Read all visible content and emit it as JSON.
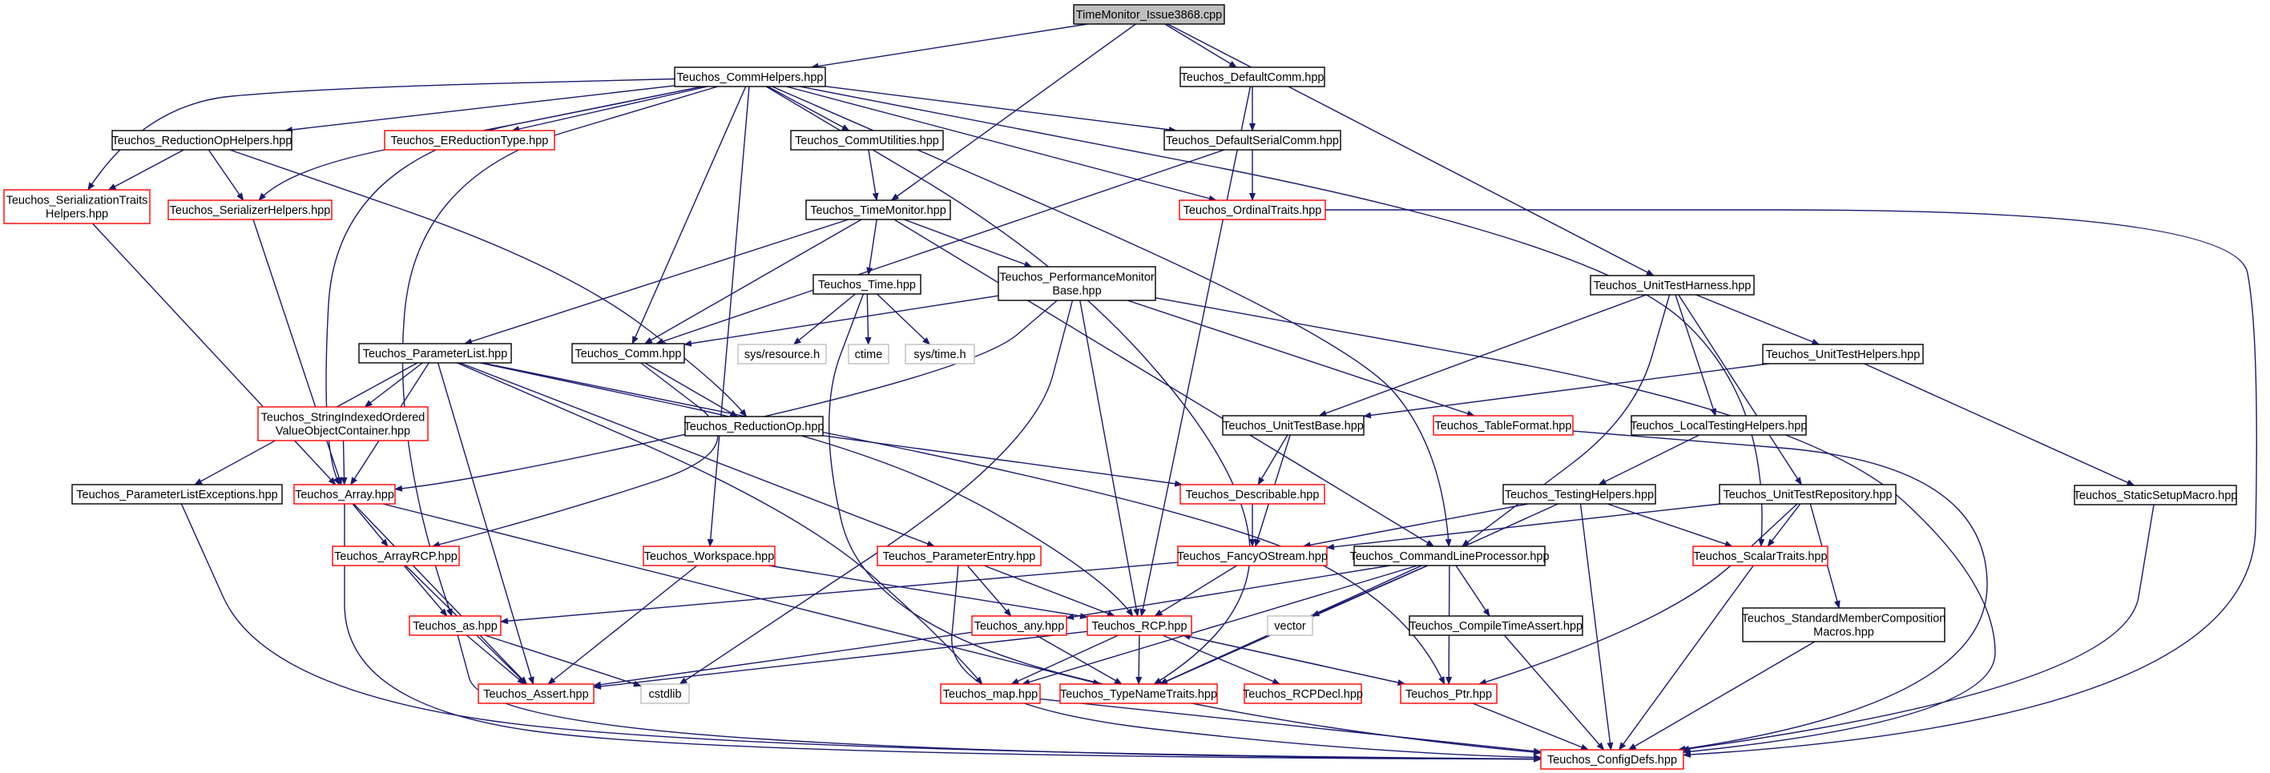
{
  "diagram": {
    "title": "TimeMonitor_Issue3868.cpp",
    "colors": {
      "edge": "#191970",
      "root_fill": "#bfbfbf",
      "border_default": "#000000",
      "border_external": "#ff0000",
      "border_system": "#bfbfbf",
      "system_text": "#888888"
    },
    "nodes": [
      {
        "id": "n0",
        "label": "TimeMonitor_Issue3868.cpp",
        "kind": "root"
      },
      {
        "id": "n1",
        "label": "Teuchos_CommHelpers.hpp",
        "kind": "default"
      },
      {
        "id": "n2",
        "label": "Teuchos_TimeMonitor.hpp",
        "kind": "default"
      },
      {
        "id": "n3",
        "label": "Teuchos_DefaultComm.hpp",
        "kind": "default"
      },
      {
        "id": "n4",
        "label": "Teuchos_UnitTestHarness.hpp",
        "kind": "default"
      },
      {
        "id": "n5",
        "label": "Teuchos_ReductionOpHelpers.hpp",
        "kind": "default"
      },
      {
        "id": "n6",
        "label": "Teuchos_EReductionType.hpp",
        "kind": "external"
      },
      {
        "id": "n7",
        "label": "Teuchos_CommUtilities.hpp",
        "kind": "default"
      },
      {
        "id": "n8",
        "label": "Teuchos_DefaultSerialComm.hpp",
        "kind": "default"
      },
      {
        "id": "n9",
        "label": "Teuchos_Serialization Traits Helpers.hpp",
        "lines": [
          "Teuchos_SerializationTraits",
          "Helpers.hpp"
        ],
        "kind": "external"
      },
      {
        "id": "n10",
        "label": "Teuchos_SerializerHelpers.hpp",
        "kind": "external"
      },
      {
        "id": "n11",
        "label": "Teuchos_OrdinalTraits.hpp",
        "kind": "external"
      },
      {
        "id": "n12",
        "label": "Teuchos_Time.hpp",
        "kind": "default"
      },
      {
        "id": "n13",
        "label": "Teuchos_PerformanceMonitor Base.hpp",
        "lines": [
          "Teuchos_PerformanceMonitor",
          "Base.hpp"
        ],
        "kind": "default"
      },
      {
        "id": "n14",
        "label": "Teuchos_ParameterList.hpp",
        "kind": "default"
      },
      {
        "id": "n15",
        "label": "Teuchos_Comm.hpp",
        "kind": "default"
      },
      {
        "id": "n16",
        "label": "sys/resource.h",
        "kind": "system"
      },
      {
        "id": "n17",
        "label": "ctime",
        "kind": "system"
      },
      {
        "id": "n18",
        "label": "sys/time.h",
        "kind": "system"
      },
      {
        "id": "n19",
        "label": "Teuchos_UnitTestHelpers.hpp",
        "kind": "default"
      },
      {
        "id": "n20",
        "label": "Teuchos_StringIndexedOrdered ValueObjectContainer.hpp",
        "lines": [
          "Teuchos_StringIndexedOrdered",
          "ValueObjectContainer.hpp"
        ],
        "kind": "external"
      },
      {
        "id": "n21",
        "label": "Teuchos_ReductionOp.hpp",
        "kind": "default"
      },
      {
        "id": "n22",
        "label": "Teuchos_UnitTestBase.hpp",
        "kind": "default"
      },
      {
        "id": "n23",
        "label": "Teuchos_TableFormat.hpp",
        "kind": "external"
      },
      {
        "id": "n24",
        "label": "Teuchos_LocalTestingHelpers.hpp",
        "kind": "default"
      },
      {
        "id": "n25",
        "label": "Teuchos_ParameterListExceptions.hpp",
        "kind": "default"
      },
      {
        "id": "n26",
        "label": "Teuchos_Array.hpp",
        "kind": "external"
      },
      {
        "id": "n27",
        "label": "Teuchos_Describable.hpp",
        "kind": "external"
      },
      {
        "id": "n28",
        "label": "Teuchos_TestingHelpers.hpp",
        "kind": "default"
      },
      {
        "id": "n29",
        "label": "Teuchos_UnitTestRepository.hpp",
        "kind": "default"
      },
      {
        "id": "n30",
        "label": "Teuchos_StaticSetupMacro.hpp",
        "kind": "default"
      },
      {
        "id": "n31",
        "label": "Teuchos_ArrayRCP.hpp",
        "kind": "external"
      },
      {
        "id": "n32",
        "label": "Teuchos_Workspace.hpp",
        "kind": "external"
      },
      {
        "id": "n33",
        "label": "Teuchos_ParameterEntry.hpp",
        "kind": "external"
      },
      {
        "id": "n34",
        "label": "Teuchos_FancyOStream.hpp",
        "kind": "external"
      },
      {
        "id": "n35",
        "label": "Teuchos_CommandLineProcessor.hpp",
        "kind": "default"
      },
      {
        "id": "n36",
        "label": "Teuchos_ScalarTraits.hpp",
        "kind": "external"
      },
      {
        "id": "n37",
        "label": "Teuchos_as.hpp",
        "kind": "external"
      },
      {
        "id": "n38",
        "label": "Teuchos_any.hpp",
        "kind": "external"
      },
      {
        "id": "n39",
        "label": "Teuchos_RCP.hpp",
        "kind": "external"
      },
      {
        "id": "n40",
        "label": "vector",
        "kind": "system"
      },
      {
        "id": "n41",
        "label": "Teuchos_CompileTimeAssert.hpp",
        "kind": "default"
      },
      {
        "id": "n42",
        "label": "Teuchos_StandardMemberComposition Macros.hpp",
        "lines": [
          "Teuchos_StandardMemberComposition",
          "Macros.hpp"
        ],
        "kind": "default"
      },
      {
        "id": "n43",
        "label": "Teuchos_Assert.hpp",
        "kind": "external"
      },
      {
        "id": "n44",
        "label": "cstdlib",
        "kind": "system"
      },
      {
        "id": "n45",
        "label": "Teuchos_map.hpp",
        "kind": "external"
      },
      {
        "id": "n46",
        "label": "Teuchos_TypeNameTraits.hpp",
        "kind": "external"
      },
      {
        "id": "n47",
        "label": "Teuchos_RCPDecl.hpp",
        "kind": "external"
      },
      {
        "id": "n48",
        "label": "Teuchos_Ptr.hpp",
        "kind": "external"
      },
      {
        "id": "n49",
        "label": "Teuchos_ConfigDefs.hpp",
        "kind": "external"
      }
    ],
    "edges": [
      [
        "n0",
        "n1"
      ],
      [
        "n0",
        "n2"
      ],
      [
        "n0",
        "n3"
      ],
      [
        "n0",
        "n4"
      ],
      [
        "n1",
        "n5"
      ],
      [
        "n1",
        "n6"
      ],
      [
        "n1",
        "n7"
      ],
      [
        "n1",
        "n8"
      ],
      [
        "n1",
        "n9"
      ],
      [
        "n1",
        "n10"
      ],
      [
        "n1",
        "n11"
      ],
      [
        "n1",
        "n15"
      ],
      [
        "n1",
        "n26"
      ],
      [
        "n1",
        "n32"
      ],
      [
        "n1",
        "n37"
      ],
      [
        "n1",
        "n36"
      ],
      [
        "n1",
        "n46"
      ],
      [
        "n1",
        "n35"
      ],
      [
        "n3",
        "n8"
      ],
      [
        "n3",
        "n39"
      ],
      [
        "n8",
        "n11"
      ],
      [
        "n8",
        "n15"
      ],
      [
        "n7",
        "n2"
      ],
      [
        "n5",
        "n9"
      ],
      [
        "n5",
        "n10"
      ],
      [
        "n5",
        "n21"
      ],
      [
        "n9",
        "n26"
      ],
      [
        "n10",
        "n26"
      ],
      [
        "n11",
        "n49"
      ],
      [
        "n2",
        "n12"
      ],
      [
        "n2",
        "n13"
      ],
      [
        "n2",
        "n14"
      ],
      [
        "n2",
        "n15"
      ],
      [
        "n2",
        "n35"
      ],
      [
        "n12",
        "n16"
      ],
      [
        "n12",
        "n17"
      ],
      [
        "n12",
        "n18"
      ],
      [
        "n12",
        "n49"
      ],
      [
        "n13",
        "n15"
      ],
      [
        "n13",
        "n23"
      ],
      [
        "n13",
        "n26"
      ],
      [
        "n13",
        "n39"
      ],
      [
        "n13",
        "n44"
      ],
      [
        "n13",
        "n49"
      ],
      [
        "n14",
        "n20"
      ],
      [
        "n14",
        "n25"
      ],
      [
        "n14",
        "n26"
      ],
      [
        "n14",
        "n33"
      ],
      [
        "n14",
        "n39"
      ],
      [
        "n14",
        "n43"
      ],
      [
        "n14",
        "n45"
      ],
      [
        "n14",
        "n48"
      ],
      [
        "n15",
        "n21"
      ],
      [
        "n15",
        "n31"
      ],
      [
        "n21",
        "n27"
      ],
      [
        "n20",
        "n26"
      ],
      [
        "n25",
        "n49"
      ],
      [
        "n26",
        "n31"
      ],
      [
        "n26",
        "n43"
      ],
      [
        "n26",
        "n46"
      ],
      [
        "n26",
        "n49"
      ],
      [
        "n31",
        "n37"
      ],
      [
        "n31",
        "n43"
      ],
      [
        "n37",
        "n43"
      ],
      [
        "n37",
        "n44"
      ],
      [
        "n37",
        "n49"
      ],
      [
        "n32",
        "n43"
      ],
      [
        "n32",
        "n39"
      ],
      [
        "n33",
        "n38"
      ],
      [
        "n33",
        "n39"
      ],
      [
        "n33",
        "n49"
      ],
      [
        "n38",
        "n43"
      ],
      [
        "n38",
        "n46"
      ],
      [
        "n39",
        "n43"
      ],
      [
        "n39",
        "n45"
      ],
      [
        "n39",
        "n46"
      ],
      [
        "n39",
        "n47"
      ],
      [
        "n39",
        "n48"
      ],
      [
        "n48",
        "n39"
      ],
      [
        "n45",
        "n49"
      ],
      [
        "n48",
        "n49"
      ],
      [
        "n4",
        "n22"
      ],
      [
        "n4",
        "n19"
      ],
      [
        "n4",
        "n24"
      ],
      [
        "n4",
        "n29"
      ],
      [
        "n4",
        "n35"
      ],
      [
        "n19",
        "n22"
      ],
      [
        "n19",
        "n30"
      ],
      [
        "n22",
        "n27"
      ],
      [
        "n22",
        "n34"
      ],
      [
        "n27",
        "n34"
      ],
      [
        "n34",
        "n39"
      ],
      [
        "n34",
        "n37"
      ],
      [
        "n24",
        "n28"
      ],
      [
        "n28",
        "n34"
      ],
      [
        "n28",
        "n36"
      ],
      [
        "n28",
        "n46"
      ],
      [
        "n28",
        "n49"
      ],
      [
        "n29",
        "n34"
      ],
      [
        "n29",
        "n36"
      ],
      [
        "n29",
        "n42"
      ],
      [
        "n29",
        "n48"
      ],
      [
        "n35",
        "n38"
      ],
      [
        "n35",
        "n40"
      ],
      [
        "n35",
        "n41"
      ],
      [
        "n35",
        "n45"
      ],
      [
        "n35",
        "n46"
      ],
      [
        "n35",
        "n48"
      ],
      [
        "n36",
        "n49"
      ],
      [
        "n42",
        "n49"
      ],
      [
        "n41",
        "n49"
      ],
      [
        "n30",
        "n49"
      ],
      [
        "n23",
        "n49"
      ]
    ]
  }
}
